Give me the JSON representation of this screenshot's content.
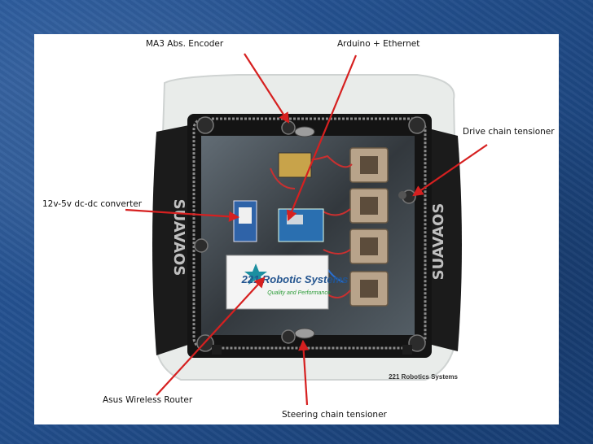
{
  "labels": {
    "encoder": "MA3 Abs. Encoder",
    "arduino": "Arduino + Ethernet",
    "drive_tensioner": "Drive chain tensioner",
    "converter": "12v-5v dc-dc converter",
    "router": "Asus Wireless Router",
    "steering_tensioner": "Steering chain tensioner"
  },
  "photo": {
    "logo_text": "221 Robotic Systems",
    "logo_subtext": "Quality and Performance",
    "watermark": "221 Robotics Systems",
    "side_text": "SUAVAOS"
  },
  "colors": {
    "arrow": "#d62020",
    "background": "#1f4a86"
  }
}
